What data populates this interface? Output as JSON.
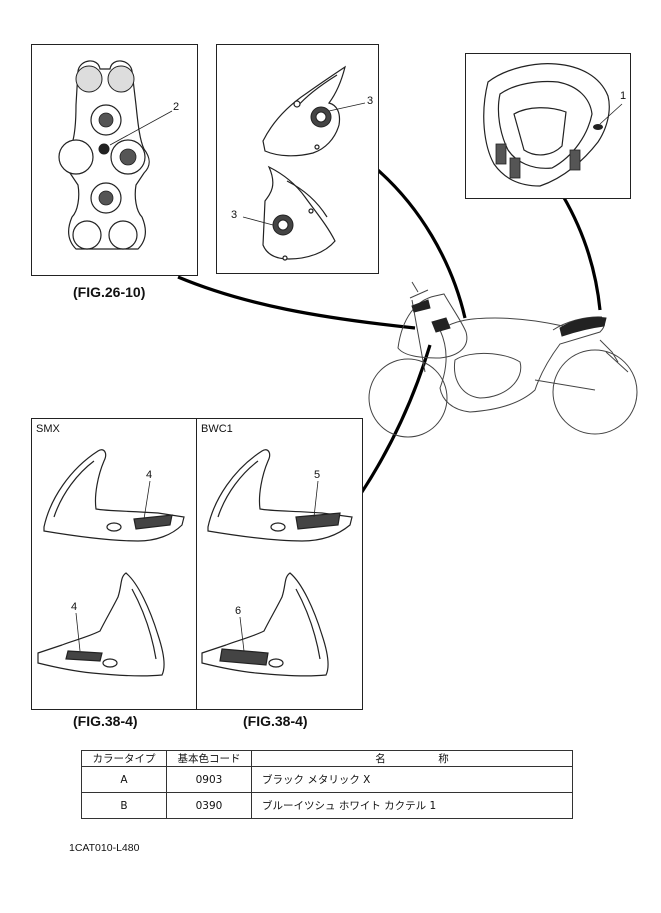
{
  "figures": {
    "top_bracket": {
      "label": "(FIG.26-10)",
      "callout": "2"
    },
    "side_covers": {
      "callout_upper": "3",
      "callout_lower": "3"
    },
    "seat_cover": {
      "callout": "1"
    },
    "fairings": {
      "label_left": "(FIG.38-4)",
      "label_right": "(FIG.38-4)",
      "variant_left": "SMX",
      "variant_right": "BWC1",
      "callout_left_top": "4",
      "callout_left_bottom": "4",
      "callout_right_top": "5",
      "callout_right_bottom": "6"
    }
  },
  "color_table": {
    "headers": [
      "カラータイプ",
      "基本色コード",
      "名　　　　　称"
    ],
    "rows": [
      {
        "type": "A",
        "code": "0903",
        "name": "ブラック メタリック X"
      },
      {
        "type": "B",
        "code": "0390",
        "name": "ブルーイツシュ ホワイト カクテル 1"
      }
    ]
  },
  "document_code": "1CAT010-L480"
}
